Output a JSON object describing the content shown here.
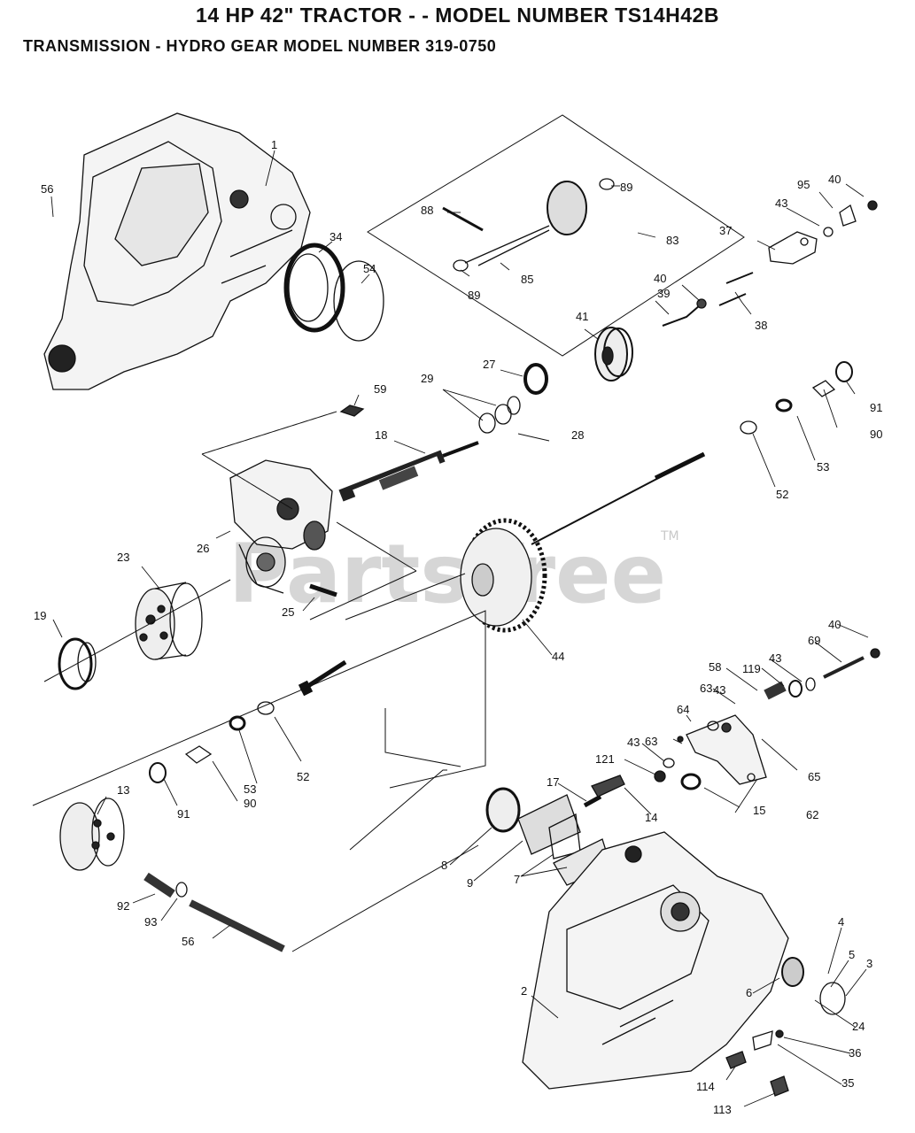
{
  "header": {
    "title": "14 HP 42\" TRACTOR - - MODEL NUMBER TS14H42B",
    "subtitle": "TRANSMISSION  -  HYDRO GEAR MODEL NUMBER 319-0750"
  },
  "watermark": {
    "text": "PartsTree",
    "tm": "TM"
  },
  "parts": [
    {
      "num": "1"
    },
    {
      "num": "56"
    },
    {
      "num": "34"
    },
    {
      "num": "54"
    },
    {
      "num": "88"
    },
    {
      "num": "89"
    },
    {
      "num": "85"
    },
    {
      "num": "89"
    },
    {
      "num": "83"
    },
    {
      "num": "95"
    },
    {
      "num": "40"
    },
    {
      "num": "43"
    },
    {
      "num": "37"
    },
    {
      "num": "38"
    },
    {
      "num": "40"
    },
    {
      "num": "39"
    },
    {
      "num": "41"
    },
    {
      "num": "27"
    },
    {
      "num": "29"
    },
    {
      "num": "28"
    },
    {
      "num": "59"
    },
    {
      "num": "18"
    },
    {
      "num": "91"
    },
    {
      "num": "90"
    },
    {
      "num": "53"
    },
    {
      "num": "52"
    },
    {
      "num": "26"
    },
    {
      "num": "23"
    },
    {
      "num": "25"
    },
    {
      "num": "19"
    },
    {
      "num": "44"
    },
    {
      "num": "40"
    },
    {
      "num": "69"
    },
    {
      "num": "58"
    },
    {
      "num": "119"
    },
    {
      "num": "43"
    },
    {
      "num": "63"
    },
    {
      "num": "43"
    },
    {
      "num": "52"
    },
    {
      "num": "63"
    },
    {
      "num": "64"
    },
    {
      "num": "43"
    },
    {
      "num": "53"
    },
    {
      "num": "91"
    },
    {
      "num": "90"
    },
    {
      "num": "65"
    },
    {
      "num": "121"
    },
    {
      "num": "13"
    },
    {
      "num": "17"
    },
    {
      "num": "14"
    },
    {
      "num": "15"
    },
    {
      "num": "62"
    },
    {
      "num": "8"
    },
    {
      "num": "9"
    },
    {
      "num": "7"
    },
    {
      "num": "92"
    },
    {
      "num": "93"
    },
    {
      "num": "56"
    },
    {
      "num": "4"
    },
    {
      "num": "5"
    },
    {
      "num": "3"
    },
    {
      "num": "2"
    },
    {
      "num": "6"
    },
    {
      "num": "24"
    },
    {
      "num": "36"
    },
    {
      "num": "114"
    },
    {
      "num": "35"
    },
    {
      "num": "113"
    }
  ]
}
